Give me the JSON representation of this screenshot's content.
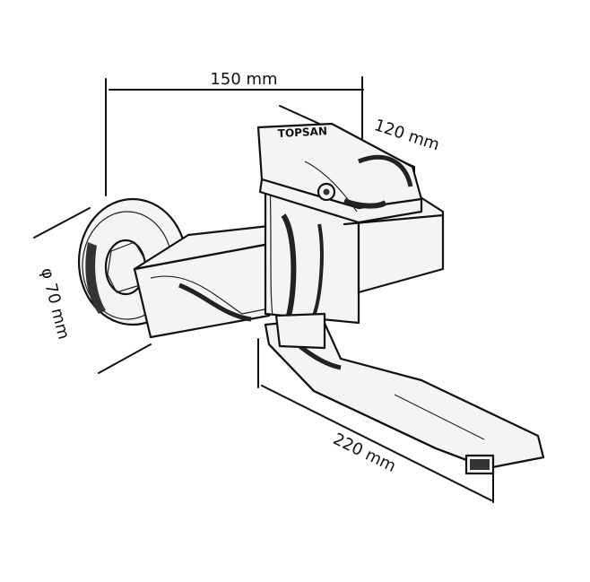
{
  "dimensions": {
    "width_label": "150 mm",
    "depth_label": "120 mm",
    "diameter_label": "φ 70 mm",
    "spout_label": "220 mm"
  },
  "logo": {
    "text": "TOPSAN"
  }
}
